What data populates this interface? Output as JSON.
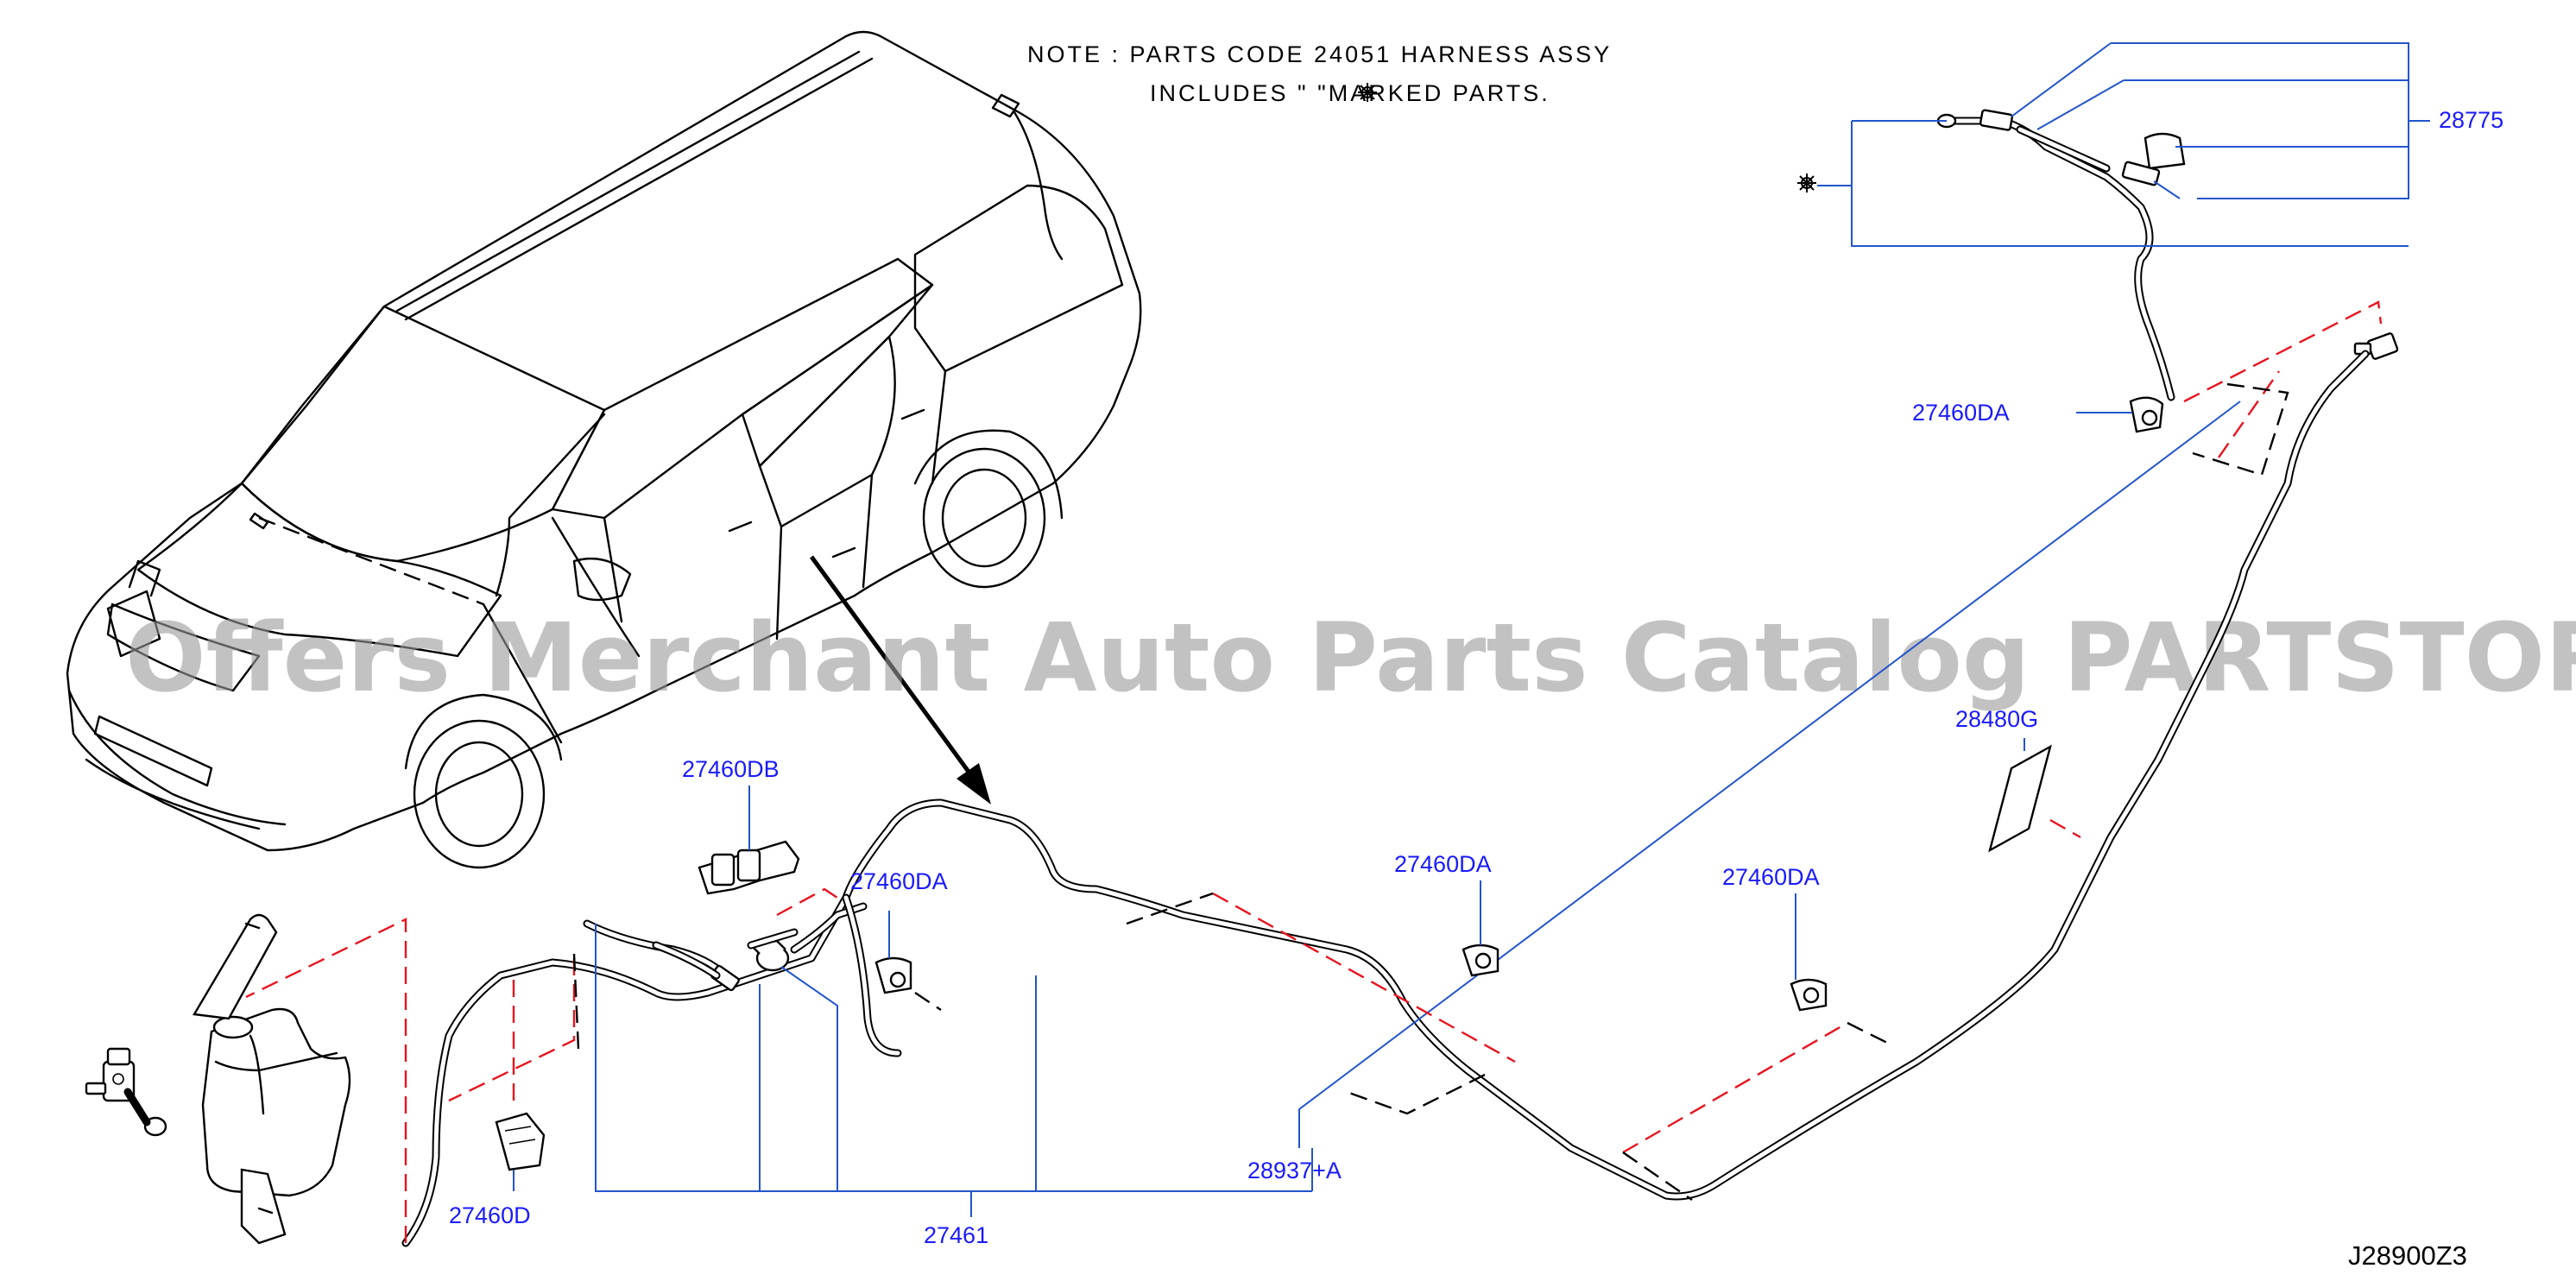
{
  "note": {
    "line1": "NOTE  :  PARTS  CODE     24051     HARNESS  ASSY",
    "line2": "INCLUDES  \"      \"MARKED  PARTS."
  },
  "watermark": "Offers Merchant Auto Parts Catalog PARTSTORE.SA",
  "diagram_code": "J28900Z3",
  "callouts": {
    "c28775": "28775",
    "c27460DA_top": "27460DA",
    "c28480G": "28480G",
    "c27460DB": "27460DB",
    "c27460DA_1": "27460DA",
    "c27460DA_2": "27460DA",
    "c27460DA_3": "27460DA",
    "c28937A": "28937+A",
    "c27460D": "27460D",
    "c27461": "27461"
  }
}
